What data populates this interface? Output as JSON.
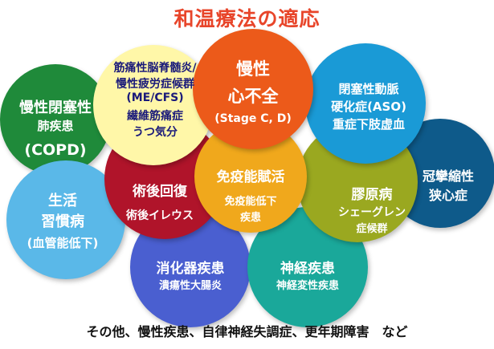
{
  "title": "和温療法の適応",
  "circles": {
    "copd": {
      "line1": "慢性閉塞性",
      "line2": "肺疾患",
      "line3": "(COPD)",
      "color": "#1f8a3a"
    },
    "lifestyle": {
      "line1": "生活",
      "line2": "習慣病",
      "line3": "(血管能低下)",
      "color": "#5ab8e8"
    },
    "digestive": {
      "line1": "消化器疾患",
      "line2": "潰瘍性大腸炎",
      "color": "#4a5fd0"
    },
    "postop": {
      "line1": "術後回復",
      "line2": "術後イレウス",
      "color": "#b0142a"
    },
    "mecfs": {
      "line1": "筋痛性脳脊髄炎/",
      "line2": "慢性疲労症候群",
      "line3": "(ME/CFS)",
      "line4": "繊維筋痛症",
      "line5": "うつ気分",
      "color": "#fff7a8"
    },
    "heart": {
      "line1": "慢性",
      "line2": "心不全",
      "line3": "(Stage C, D)",
      "color": "#ec5a1a"
    },
    "immune": {
      "line1": "免疫能賦活",
      "line2": "免疫能低下",
      "line3": "疾患",
      "color": "#f0a81c"
    },
    "aso": {
      "line1": "閉塞性動脈",
      "line2": "硬化症(ASO)",
      "line3": "重症下肢虚血",
      "color": "#1a9ad6"
    },
    "collagen": {
      "line1": "膠原病",
      "line2": "シェーグレン",
      "line3": "症候群",
      "color": "#9aa820"
    },
    "neuro": {
      "line1": "神経疾患",
      "line2": "神経変性疾患",
      "color": "#1aa89a"
    },
    "vasospasm": {
      "line1": "冠攣縮性",
      "line2": "狭心症",
      "color": "#0e5a8a"
    }
  },
  "footer": "その他、慢性疾患、自律神経失調症、更年期障害　など"
}
